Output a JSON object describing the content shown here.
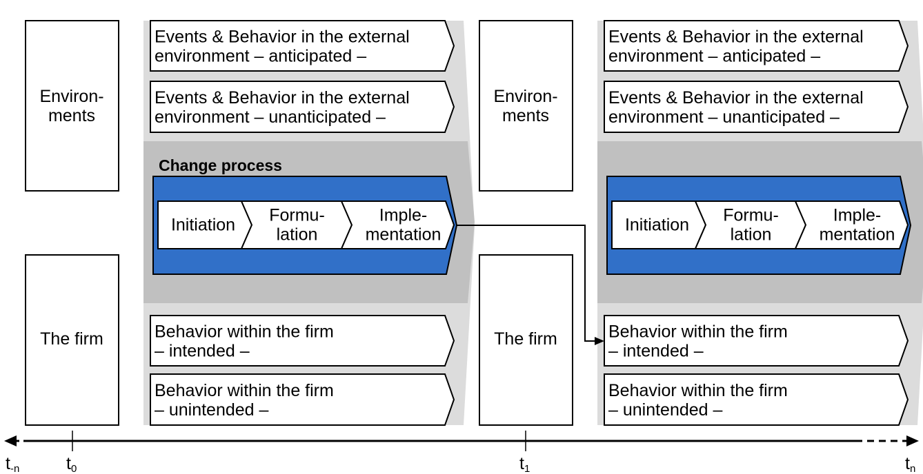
{
  "colors": {
    "light_gray": "#dcdcdc",
    "dark_gray": "#c0c0c0",
    "blue": "#3170c8",
    "box": "#ffffff",
    "line": "#000000"
  },
  "panels": [
    {
      "environment_label": [
        "Environ-",
        "ments"
      ],
      "firm_label": [
        "The firm"
      ],
      "external_events": [
        [
          "Events & Behavior in the external",
          "environment – anticipated –"
        ],
        [
          "Events & Behavior in the external",
          "environment – unanticipated –"
        ]
      ],
      "change_process_title": "Change process",
      "phases": [
        [
          "Initiation"
        ],
        [
          "Formu-",
          "lation"
        ],
        [
          "Imple-",
          "mentation"
        ]
      ],
      "firm_behaviors": [
        [
          "Behavior within the firm",
          "– intended –"
        ],
        [
          "Behavior within the firm",
          "– unintended –"
        ]
      ]
    },
    {
      "environment_label": [
        "Environ-",
        "ments"
      ],
      "firm_label": [
        "The firm"
      ],
      "external_events": [
        [
          "Events & Behavior in the external",
          "environment – anticipated –"
        ],
        [
          "Events & Behavior in the external",
          "environment – unanticipated –"
        ]
      ],
      "change_process_title": "",
      "phases": [
        [
          "Initiation"
        ],
        [
          "Formu-",
          "lation"
        ],
        [
          "Imple-",
          "mentation"
        ]
      ],
      "firm_behaviors": [
        [
          "Behavior within the firm",
          "– intended –"
        ],
        [
          "Behavior within the firm",
          "– unintended –"
        ]
      ]
    }
  ],
  "timeline": {
    "labels": [
      {
        "main": "t",
        "sub": "-n"
      },
      {
        "main": "t",
        "sub": "0"
      },
      {
        "main": "t",
        "sub": "1"
      },
      {
        "main": "t",
        "sub": "n"
      }
    ]
  }
}
